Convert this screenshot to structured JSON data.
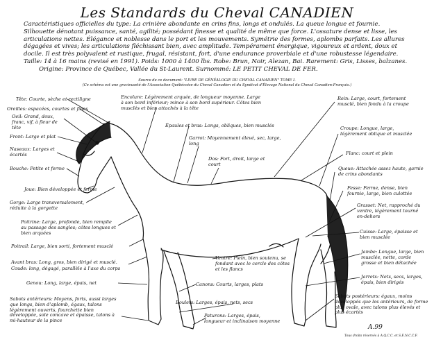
{
  "title": "Les Standards du Cheval CANADIEN",
  "intro": [
    "Caractéristiques officielles du type: La crinière abondante en crins fins, longs et ondulés.  La queue longue et fournie.",
    "Silhouette dénotant puissance, santé, agilité; possédant finesse et qualité de même que force. L'ossature dense et lisse, les",
    "articulations nettes. Élégance et noblesse dans le port et les mouvements. Symétrie des formes, aplombs parfaits. Les allures",
    "dégagées et vives; les articulations fléchissant bien, avec amplitude. Tempérament énergique, vigoureux et ardent, doux et",
    "docile. Il est très polyvalent et rustique, frugal, résistant, fort, d'une endurance proverbiale et d'une robustesse légendaire.",
    "Taille: 14 à 16 mains (revisé en 1991).  Poids: 1000 à 1400 lbs.  Robe: Brun, Noir, Alezan, Bai. Rarement: Gris, Lisses, balzanes.",
    "Origine:  Province de Québec, Vallée du St-Laurent.          Surnommé:  LE PETIT CHEVAL DE FER."
  ],
  "source": {
    "line1": "Source de ce document: \"LIVRE DE GÉNÉALOGIE DU CHEVAL CANADIEN\" TOME I.",
    "line2": "(Ce schéma est une gracieuseté de l'Association Québécoise du Cheval Canadien et du Syndicat d'Élevage National du Cheval Canadien-Français.)"
  },
  "labels": {
    "tete": "Tête: Courte, sèche et rectiligne",
    "oreilles": "Oreilles: espacées, courtes et fines",
    "oeil": "Oeil: Grand, doux, franc, vif, à fleur de tête",
    "front": "Front: Large et plat",
    "naseaux": "Naseaux: Larges et écartés",
    "bouche": "Bouche: Petite et ferme",
    "joue": "Joue: Bien développée et ferme",
    "gorge": "Gorge: Large transversalement, réduite à la gorgette",
    "poitrine": "Poitrine: Large, profonde, bien remplie au passage des sangles; côtes longues et bien arquées",
    "poitrail": "Poitrail: Large, bien sorti, fortement musclé",
    "avant_bras": "Avant bras: Long, gros, bien dirigé et musclé.",
    "coude": "Coude: long, dégagé, parallèle à l'axe du corps",
    "genou": "Genou: Long, large, épais, net",
    "sabots_ant": "Sabots antérieurs: Moyens, forts, aussi larges que longs, bien d'aplomb, égaux, talons légèrement ouverts, fourchette bien développée, sole concave et épaisse, talons à mi-hauteur de la pince",
    "encolure": "Encolure: Légèrement arquée, de longueur moyenne. Large à son bord inférieur; mince à son bord supérieur. Côtes bien musclés et bien attachés à la tête",
    "epaules": "Épaules et bras: Longs, obliques, bien musclés",
    "garrot": "Garrot: Moyennement élevé, sec, large, long",
    "dos": "Dos: Fort, droit, large et court",
    "rein": "Rein: Large, court, fortement musclé, bien fondu à la croupe",
    "croupe": "Croupe: Longue, large, légèrement oblique et musclée",
    "flanc": "Flanc: court et plein",
    "queue": "Queue: Attachée assez haute, garnie de crins abondants",
    "fesse": "Fesse: Ferme, dense, bien fournie, large, bien culottée",
    "grasset": "Grasset: Net, rapproché du ventre, légèrement tourné en-dehors",
    "cuisse": "Cuisse: Large, épaisse et bien musclée",
    "jambe": "Jambe: Longue, large, bien musclée, nette, corde grosse et bien détachée",
    "jarrets": "Jarrets: Nets, secs, larges, épais, bien dirigés",
    "sabots_post": "Sabots postérieurs: égaux, moins développés que les antérieurs, de forme plus ovale, avec talons plus élevés et plus écartés",
    "ventre": "Ventre: Plein, bien soutenu, se fondant avec le cercle des côtes et les flancs",
    "canons": "Canons: Courts, larges, plats",
    "boulets": "Boulets: Larges, épais, nets, secs",
    "paturons": "Paturons: Larges, épais, longueur et inclinaison moyenne"
  },
  "signature": "A.99",
  "copyright": "Tous droits réservés à A.Q.C.C. et S.E.N.C.C.F."
}
